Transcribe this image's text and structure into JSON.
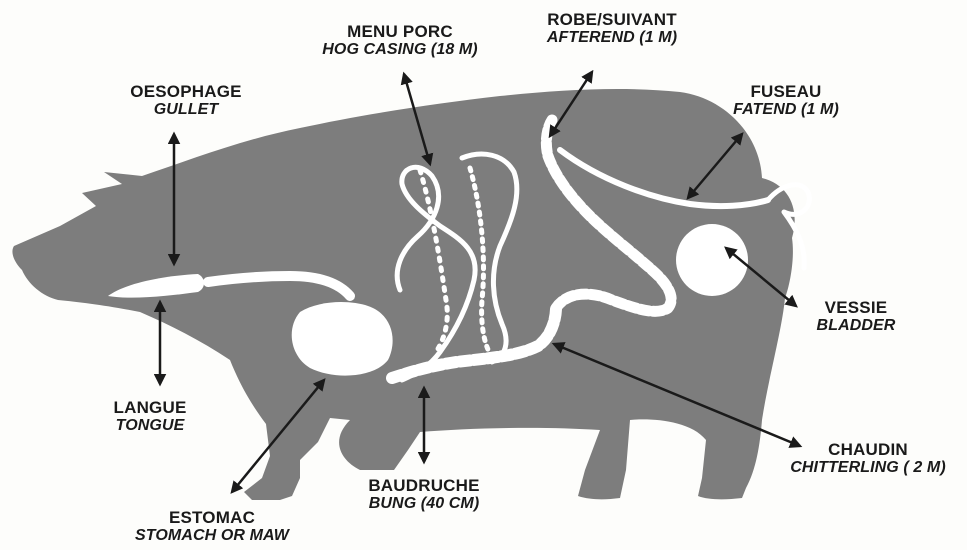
{
  "colors": {
    "silhouette": "#7d7d7d",
    "organs": "#ffffff",
    "text": "#1a1a1a",
    "arrow": "#1a1a1a"
  },
  "labels": {
    "oesophage": {
      "fr": "OESOPHAGE",
      "en": "GULLET"
    },
    "menu_porc": {
      "fr": "MENU PORC",
      "en": "HOG CASING (18 M)"
    },
    "robe_suivant": {
      "fr": "ROBE/SUIVANT",
      "en": "AFTEREND (1 M)"
    },
    "fuseau": {
      "fr": "FUSEAU",
      "en": "FATEND (1 M)"
    },
    "vessie": {
      "fr": "VESSIE",
      "en": "BLADDER"
    },
    "chaudin": {
      "fr": "CHAUDIN",
      "en": "CHITTERLING ( 2 M)"
    },
    "baudruche": {
      "fr": "BAUDRUCHE",
      "en": "BUNG (40 CM)"
    },
    "estomac": {
      "fr": "ESTOMAC",
      "en": "STOMACH OR MAW"
    },
    "langue": {
      "fr": "LANGUE",
      "en": "TONGUE"
    }
  }
}
